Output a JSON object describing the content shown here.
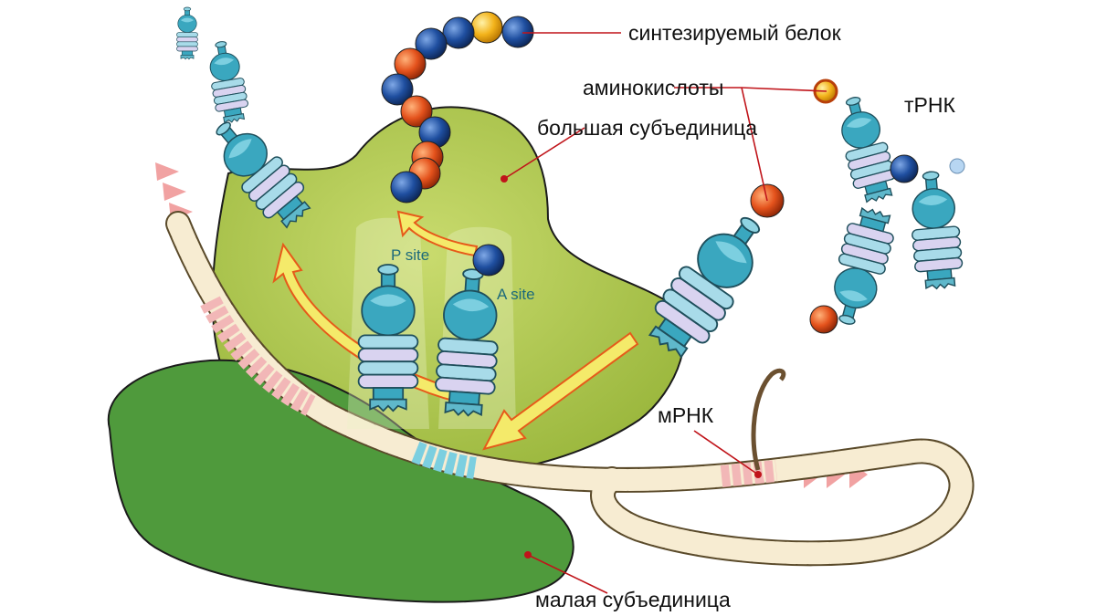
{
  "labels": {
    "protein": "синтезируемый белок",
    "amino_acids": "аминокислоты",
    "large_subunit": "большая субъединица",
    "trna": "тРНК",
    "mrna": "мРНК",
    "small_subunit": "малая субъединица",
    "p_site": "P site",
    "a_site": "A site"
  },
  "colors": {
    "large_subunit": "#a9c44a",
    "small_subunit": "#4f9a3c",
    "trna": "#3aa7bf",
    "amino_blue": "#1f4fa0",
    "amino_orange": "#e4521c",
    "amino_yellow": "#f3b31b",
    "mrna": "#f7ecd2",
    "leader_line": "#c0141a"
  },
  "protein_chain": [
    "blue",
    "yellow",
    "blue",
    "blue",
    "orange",
    "blue",
    "orange",
    "blue",
    "orange",
    "orange",
    "blue",
    "blue"
  ]
}
